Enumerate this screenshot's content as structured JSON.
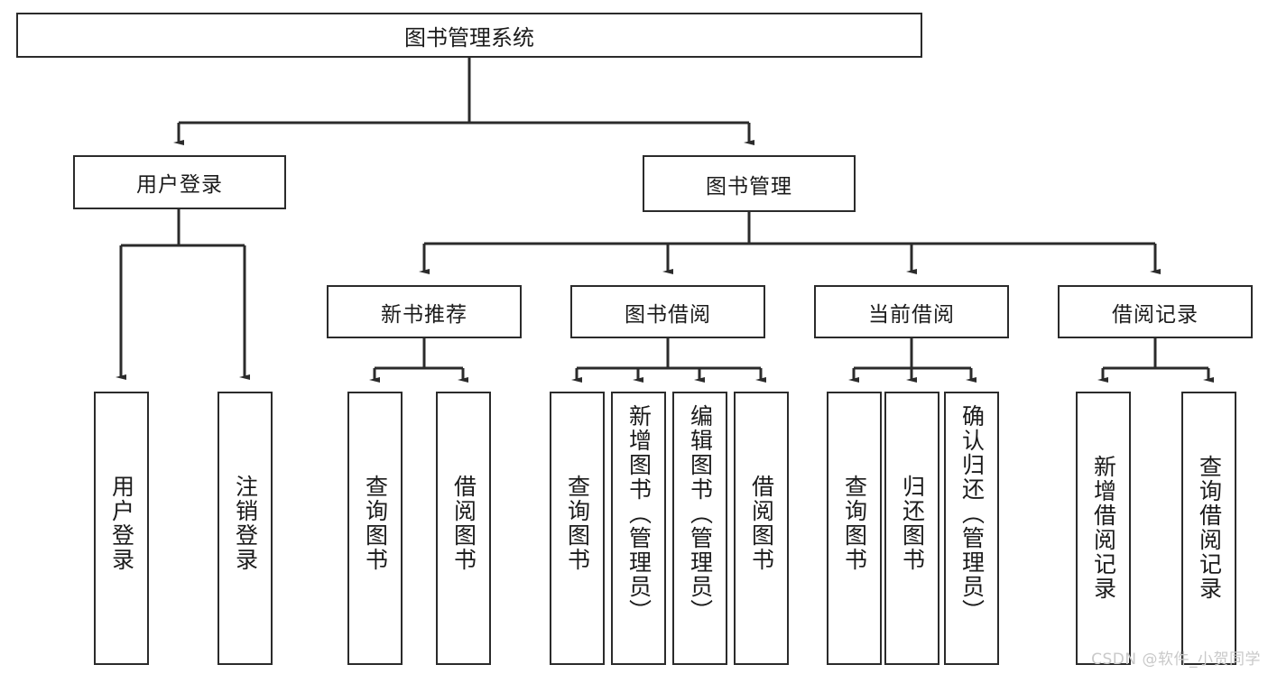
{
  "diagram": {
    "title": "图书管理系统",
    "type": "tree",
    "watermark": "CSDN @软件_小贺同学",
    "colors": {
      "stroke": "#2b2b2b",
      "fill": "#ffffff",
      "text": "#1b1b1b",
      "watermark": "#c9c9c9"
    },
    "root": {
      "label": "图书管理系统"
    },
    "level2": [
      {
        "label": "用户登录"
      },
      {
        "label": "图书管理"
      }
    ],
    "level3": [
      {
        "label": "新书推荐"
      },
      {
        "label": "图书借阅"
      },
      {
        "label": "当前借阅"
      },
      {
        "label": "借阅记录"
      }
    ],
    "leaves": {
      "user_login": [
        {
          "label": "用户登录"
        },
        {
          "label": "注销登录"
        }
      ],
      "new_book": [
        {
          "label": "查询图书"
        },
        {
          "label": "借阅图书"
        }
      ],
      "borrow_book": [
        {
          "label": "查询图书"
        },
        {
          "label": "新增图书（管理员）"
        },
        {
          "label": "编辑图书（管理员）"
        },
        {
          "label": "借阅图书"
        }
      ],
      "current_borrow": [
        {
          "label": "查询图书"
        },
        {
          "label": "归还图书"
        },
        {
          "label": "确认归还（管理员）"
        }
      ],
      "borrow_record": [
        {
          "label": "新增借阅记录"
        },
        {
          "label": "查询借阅记录"
        }
      ]
    }
  }
}
